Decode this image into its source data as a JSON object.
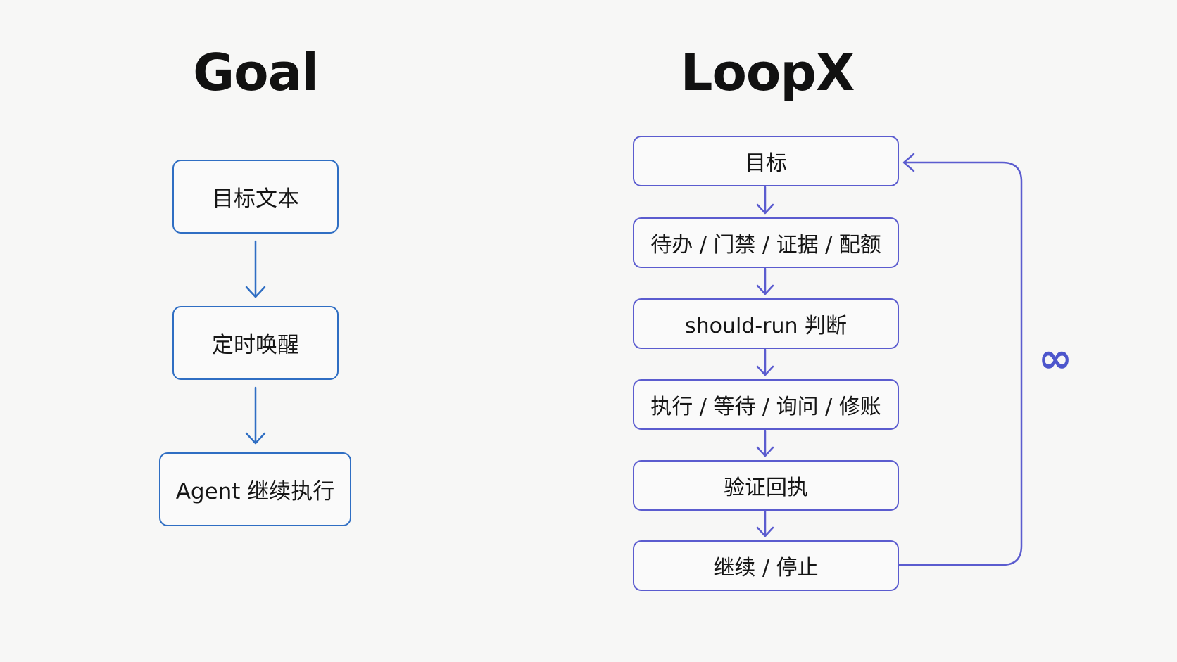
{
  "goal": {
    "title": "Goal",
    "steps": [
      "目标文本",
      "定时唤醒",
      "Agent 继续执行"
    ],
    "color": "#2f6ec3"
  },
  "loopx": {
    "title": "LoopX",
    "steps": [
      "目标",
      "待办 / 门禁 / 证据 / 配额",
      "should-run 判断",
      "执行 / 等待 / 询问 / 修账",
      "验证回执",
      "继续 / 停止"
    ],
    "loop_symbol": "∞",
    "color": "#5b5ccf"
  }
}
